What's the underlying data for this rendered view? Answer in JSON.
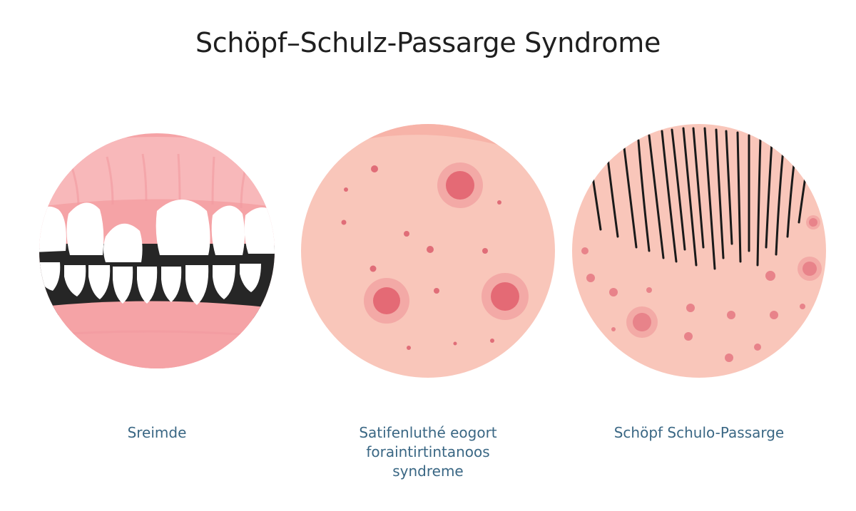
{
  "title": "Schöpf–Schulz-Passarge Syndrome",
  "panels": [
    {
      "id": "teeth",
      "caption_lines": [
        "Sreimde"
      ],
      "colors": {
        "gum": "#f5a3a6",
        "gum_light": "#f8b8ba",
        "tooth": "#ffffff",
        "mouth": "#262626"
      }
    },
    {
      "id": "skin",
      "caption_lines": [
        "Satifenluthé eogort",
        "foraintirtintanoos",
        "syndreme"
      ],
      "colors": {
        "skin": "#f9c6ba",
        "lesion": "#e46a75",
        "lesion_ring": "#f0a0a0"
      }
    },
    {
      "id": "hair",
      "caption_lines": [
        "Schöpf Schulo-Passarge"
      ],
      "colors": {
        "skin": "#f9c6ba",
        "hair": "#1a1a1a",
        "lesion": "#e8838a"
      }
    }
  ]
}
